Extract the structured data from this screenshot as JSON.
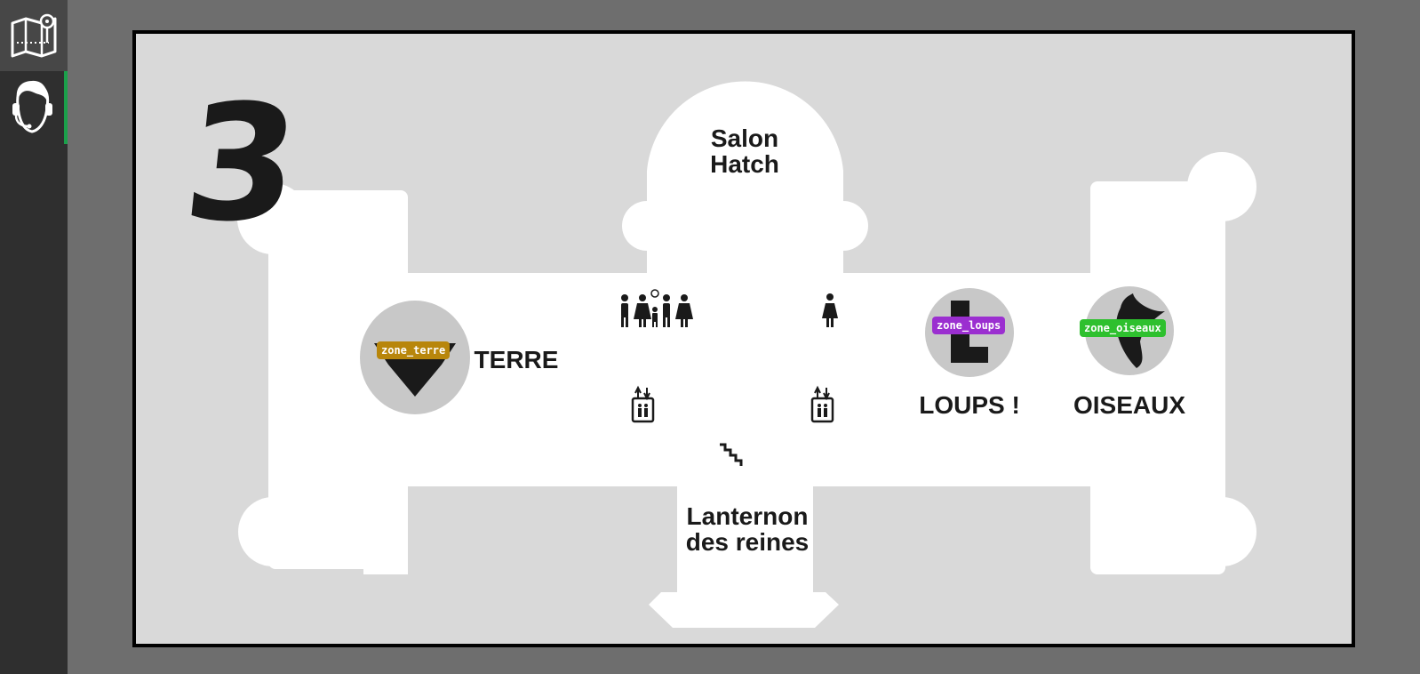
{
  "sidebar": {
    "items": [
      {
        "name": "map-icon",
        "active": true
      },
      {
        "name": "support-agent-icon",
        "active": false
      }
    ]
  },
  "map": {
    "floor_number": "3",
    "rooms": {
      "salon_line1": "Salon",
      "salon_line2": "Hatch",
      "lanternon_line1": "Lanternon",
      "lanternon_line2": "des reines"
    },
    "zones": [
      {
        "id": "zone_terre",
        "label": "TERRE",
        "badge": "zone_terre",
        "color": "#b8860b"
      },
      {
        "id": "zone_loups",
        "label": "LOUPS !",
        "badge": "zone_loups",
        "color": "#9b2fd0"
      },
      {
        "id": "zone_oiseaux",
        "label": "OISEAUX",
        "badge": "zone_oiseaux",
        "color": "#2ec02e"
      }
    ],
    "colors": {
      "background": "#d9d9d9",
      "floor": "#ffffff",
      "frame": "#000000",
      "icon": "#1a1a1a",
      "zone_circle": "#c8c8c8"
    }
  }
}
